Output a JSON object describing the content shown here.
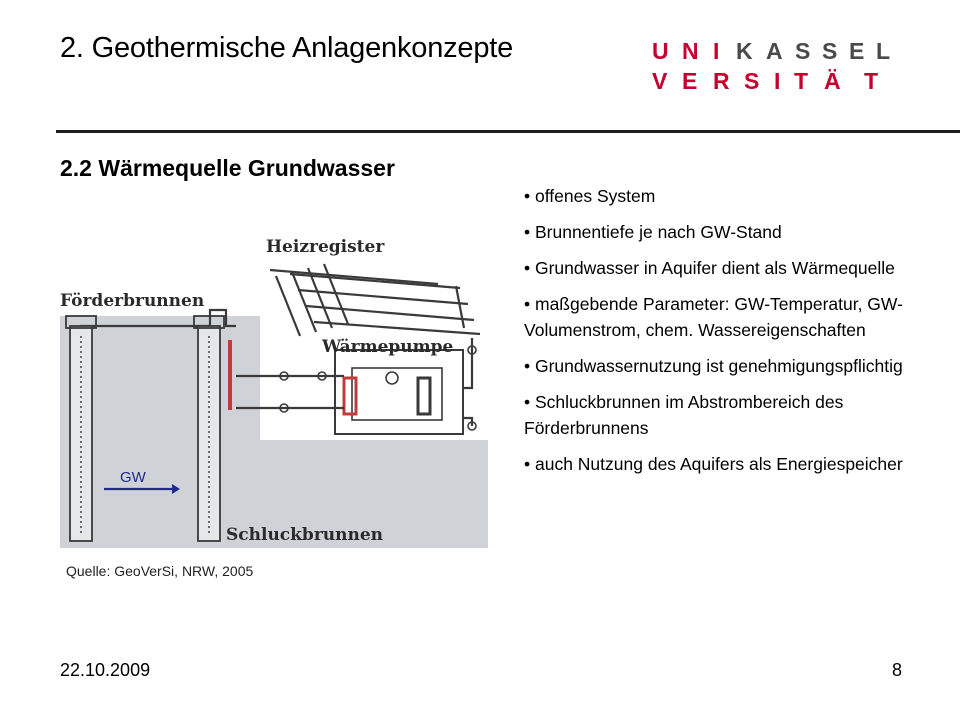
{
  "slide": {
    "title": "2. Geothermische Anlagenkonzepte",
    "subtitle": "2.2 Wärmequelle Grundwasser",
    "date": "22.10.2009",
    "page_number": "8"
  },
  "logo": {
    "line1": [
      "U",
      "N",
      "I",
      "K",
      "A",
      "S",
      "S",
      "E",
      "L"
    ],
    "line2": [
      "V",
      "E",
      "R",
      "S",
      "I",
      "T",
      "Ä",
      "T"
    ],
    "colors": {
      "red": "#c6002f",
      "gray": "#4a4a4a"
    }
  },
  "diagram": {
    "label_heizregister": "Heizregister",
    "label_foerderbrunnen": "Förderbrunnen",
    "label_waermepumpe": "Wärmepumpe",
    "label_schluckbrunnen": "Schluckbrunnen",
    "label_gw": "GW",
    "source": "Quelle: GeoVerSi, NRW, 2005",
    "colors": {
      "ground": "#cfd2d6",
      "pipe": "#3a3a3a",
      "hot": "#c23a3a",
      "arrow": "#1f2a8a"
    }
  },
  "bullets": [
    "• offenes System",
    "• Brunnentiefe je nach GW-Stand",
    "• Grundwasser in Aquifer dient als Wärmequelle",
    "• maßgebende Parameter: GW-Temperatur, GW-Volumenstrom, chem. Wassereigenschaften",
    "• Grundwassernutzung ist genehmigungspflichtig",
    "• Schluckbrunnen im Abstrombereich des Förderbrunnens",
    "• auch Nutzung des Aquifers als Energiespeicher"
  ]
}
